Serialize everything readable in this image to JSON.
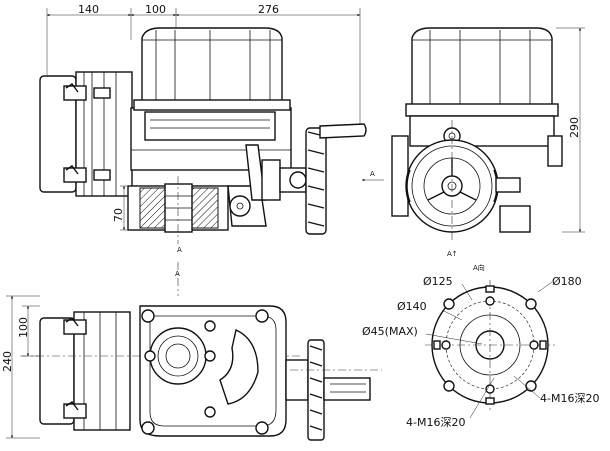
{
  "dimensions": {
    "top_left_width": "140",
    "top_mid_width": "100",
    "top_right_width": "276",
    "side_height": "290",
    "base_height": "70",
    "plan_width_left": "100",
    "plan_height": "240"
  },
  "flange": {
    "d125": "Ø125",
    "d180": "Ø180",
    "d140": "Ø140",
    "d45": "Ø45(MAX)",
    "bolt_inner": "4-M16深20",
    "bolt_outer": "4-M16深20"
  },
  "view_marks": {
    "arrow_a": "A",
    "arrow_a_small": "A↑",
    "section_letter": "A",
    "flange_view_label": "A向"
  }
}
